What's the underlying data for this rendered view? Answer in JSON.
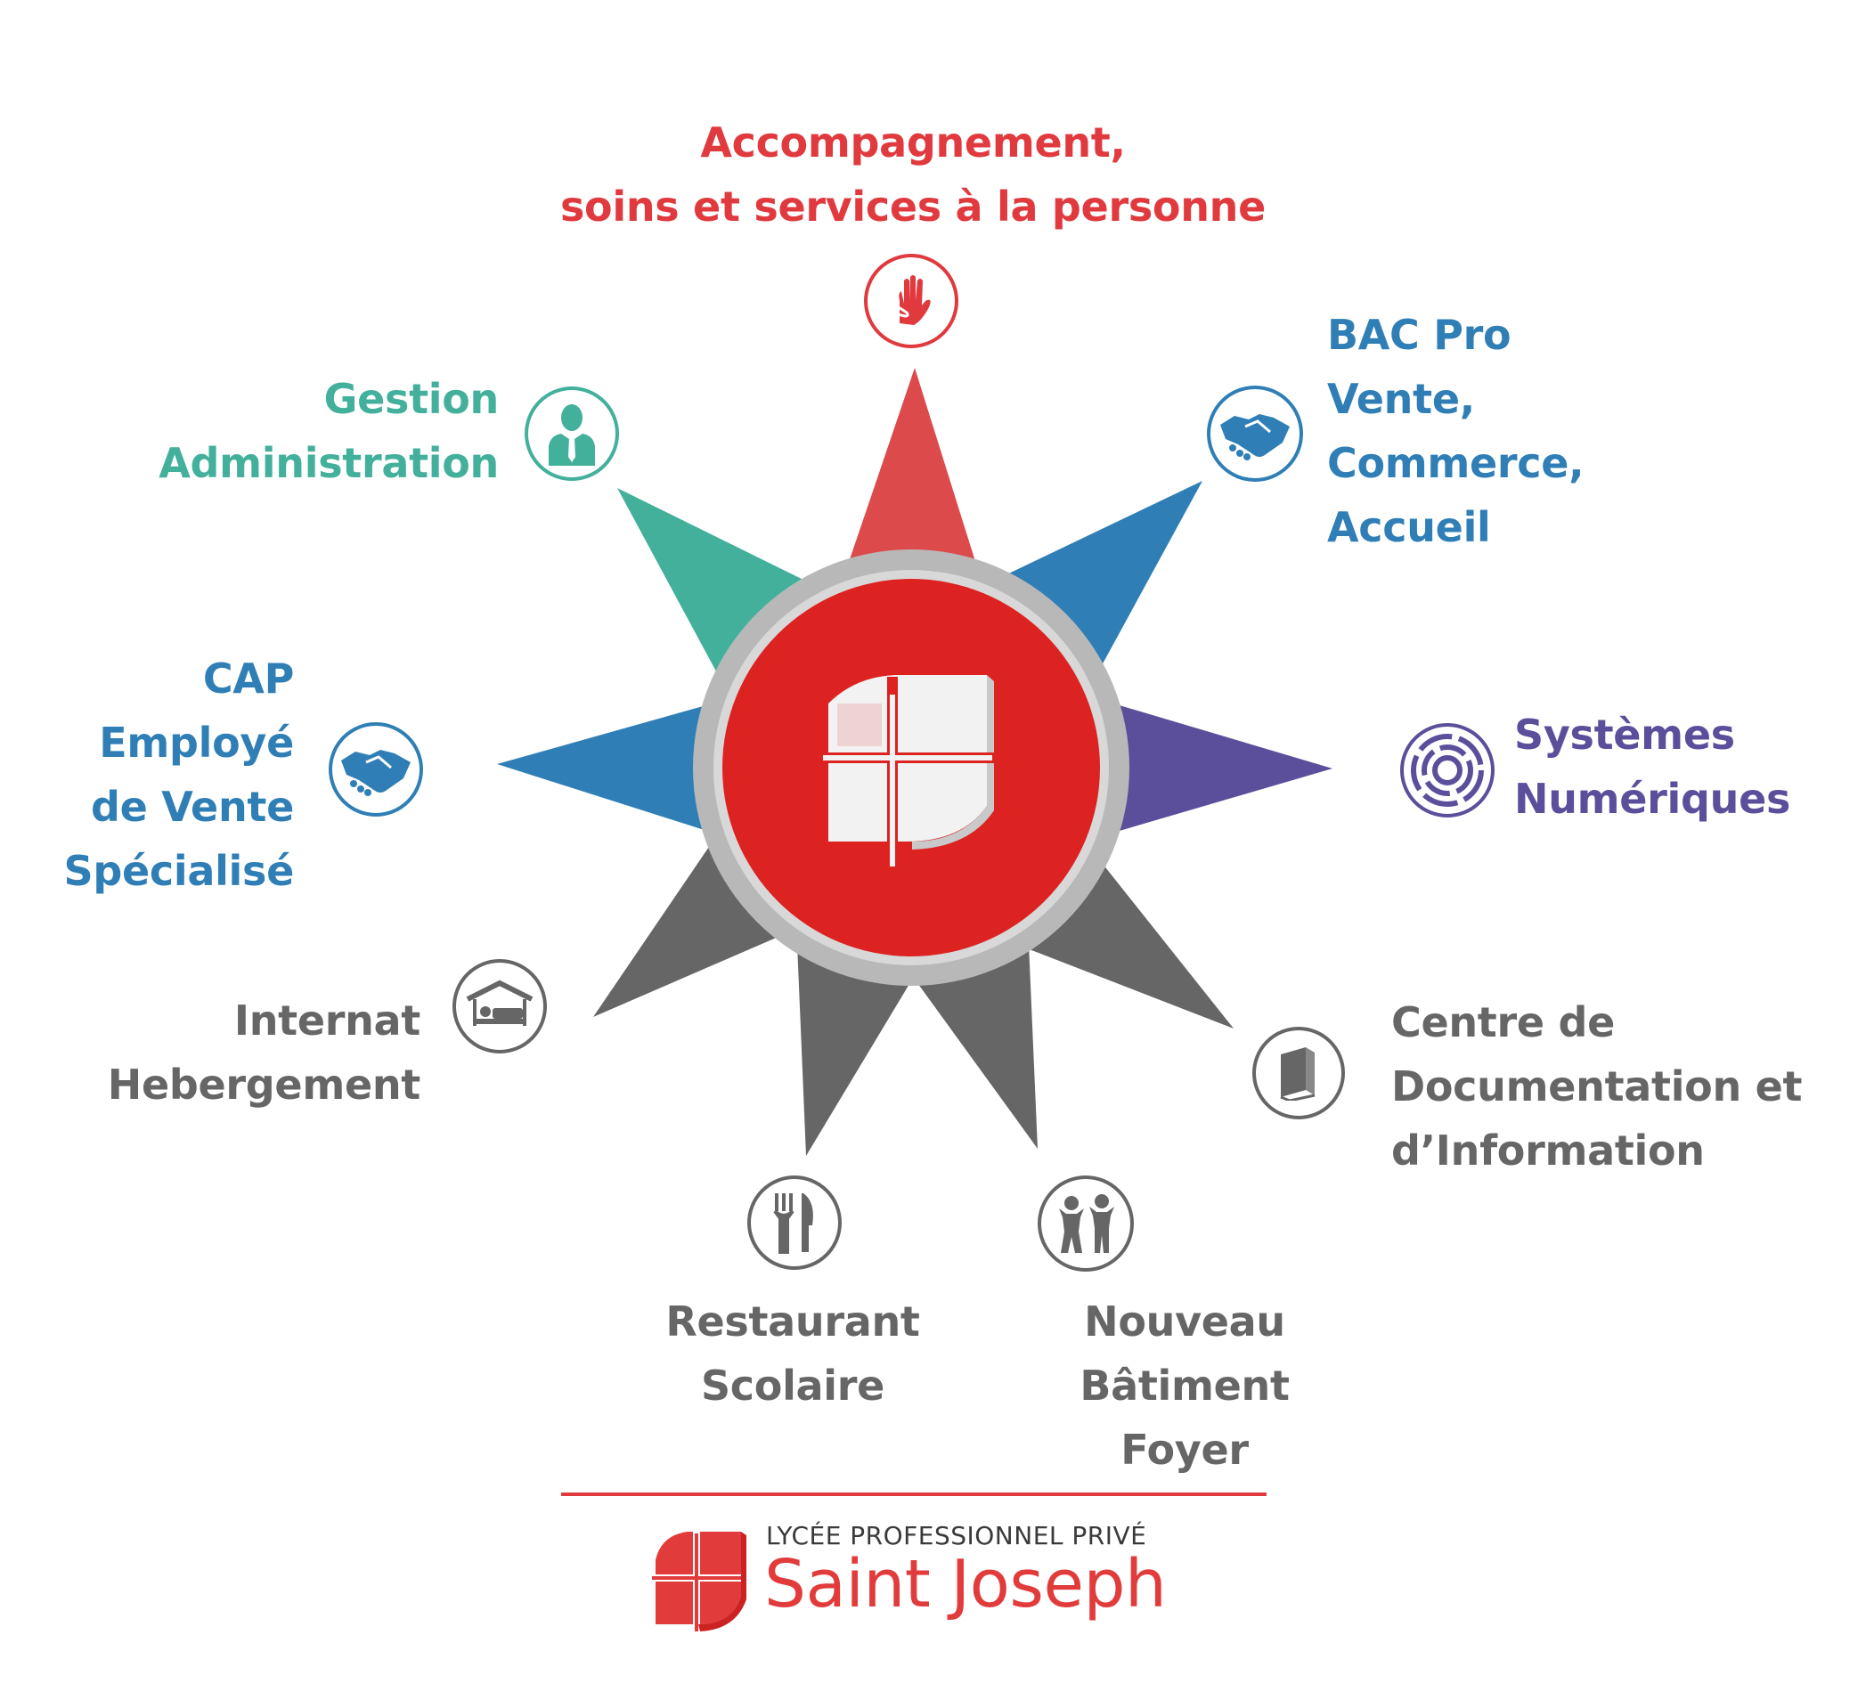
{
  "colors": {
    "red": "#e03a3f",
    "blue": "#2f7fb6",
    "teal": "#43b09b",
    "purple": "#5b4f9c",
    "gray": "#666666",
    "center_red": "#dd2222",
    "ring_gray": "#b5b5b5"
  },
  "branches": [
    {
      "id": "accompagnement",
      "lines": [
        "Accompagnement,",
        "soins et services à la personne"
      ],
      "color": "#e03a3f",
      "icon": "helping-hand-icon"
    },
    {
      "id": "bac-pro",
      "lines": [
        "BAC Pro",
        "Vente,",
        "Commerce,",
        "Accueil"
      ],
      "color": "#2f7fb6",
      "icon": "handshake-icon"
    },
    {
      "id": "systemes",
      "lines": [
        "Systèmes",
        "Numériques"
      ],
      "color": "#5b4f9c",
      "icon": "target-icon"
    },
    {
      "id": "cdi",
      "lines": [
        "Centre de",
        "Documentation et",
        "d’Information"
      ],
      "color": "#666666",
      "icon": "book-icon"
    },
    {
      "id": "foyer",
      "lines": [
        "Nouveau",
        "Bâtiment",
        "Foyer"
      ],
      "color": "#666666",
      "icon": "children-icon"
    },
    {
      "id": "restaurant",
      "lines": [
        "Restaurant",
        "Scolaire"
      ],
      "color": "#666666",
      "icon": "cutlery-icon"
    },
    {
      "id": "internat",
      "lines": [
        "Internat",
        "Hebergement"
      ],
      "color": "#666666",
      "icon": "bed-house-icon"
    },
    {
      "id": "cap",
      "lines": [
        "CAP",
        "Employé",
        "de Vente",
        "Spécialisé"
      ],
      "color": "#2f7fb6",
      "icon": "handshake-icon"
    },
    {
      "id": "gestion",
      "lines": [
        "Gestion",
        "Administration"
      ],
      "color": "#43b09b",
      "icon": "businessman-icon"
    }
  ],
  "brand": {
    "subtitle": "LYCÉE PROFESSIONNEL PRIVÉ",
    "name": "Saint Joseph"
  }
}
